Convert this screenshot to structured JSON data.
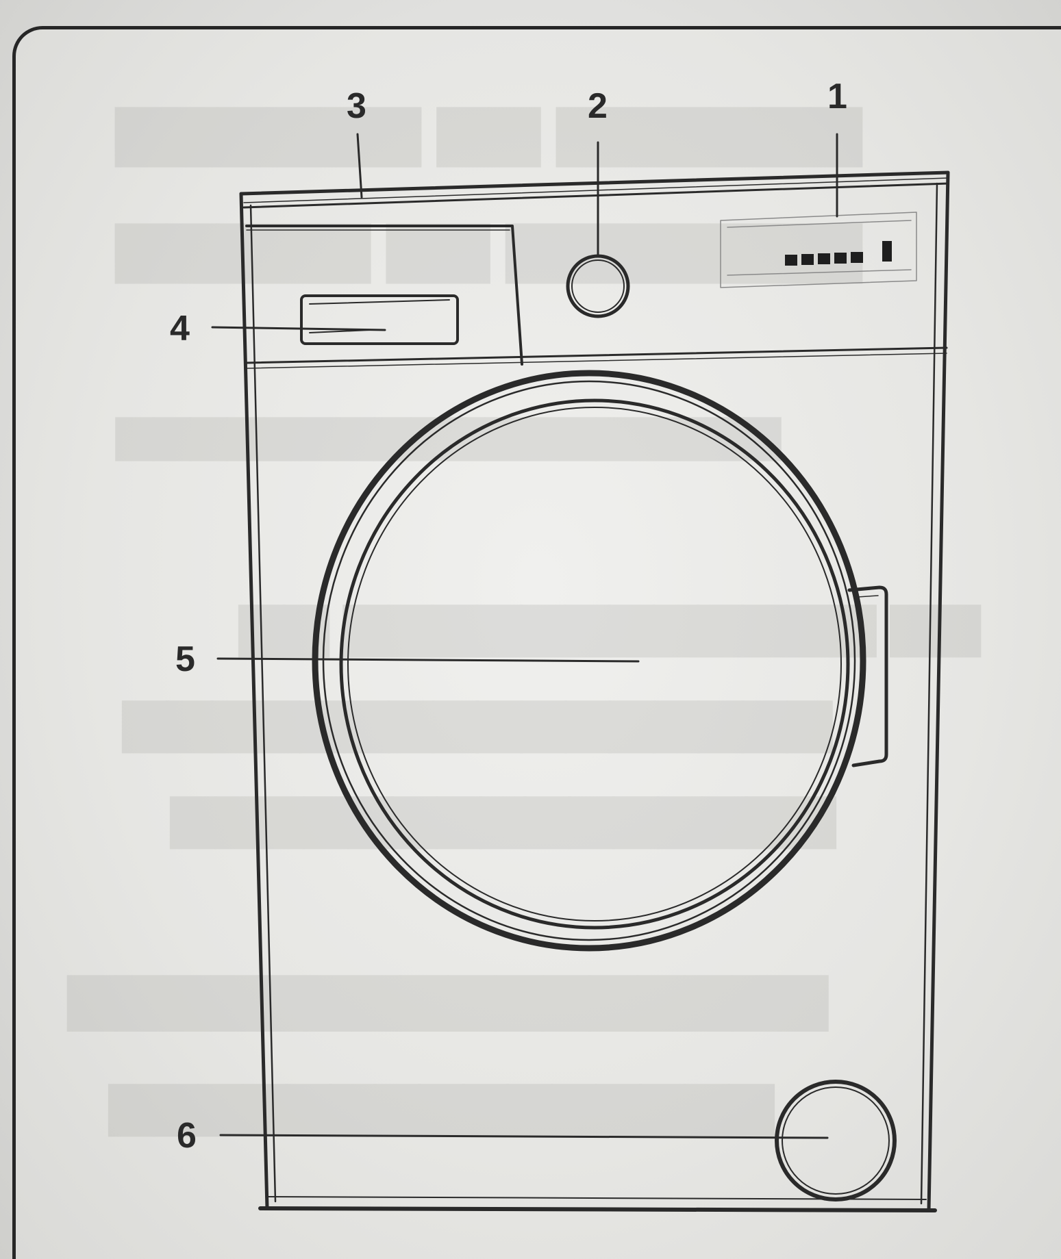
{
  "callouts": [
    {
      "id": "1",
      "label": "1",
      "part": "control-panel-display"
    },
    {
      "id": "2",
      "label": "2",
      "part": "program-knob"
    },
    {
      "id": "3",
      "label": "3",
      "part": "top-panel"
    },
    {
      "id": "4",
      "label": "4",
      "part": "detergent-drawer"
    },
    {
      "id": "5",
      "label": "5",
      "part": "loading-door"
    },
    {
      "id": "6",
      "label": "6",
      "part": "filter-cover"
    }
  ],
  "colors": {
    "ink": "#2a2a2a",
    "paper": "#e8e8e6"
  }
}
